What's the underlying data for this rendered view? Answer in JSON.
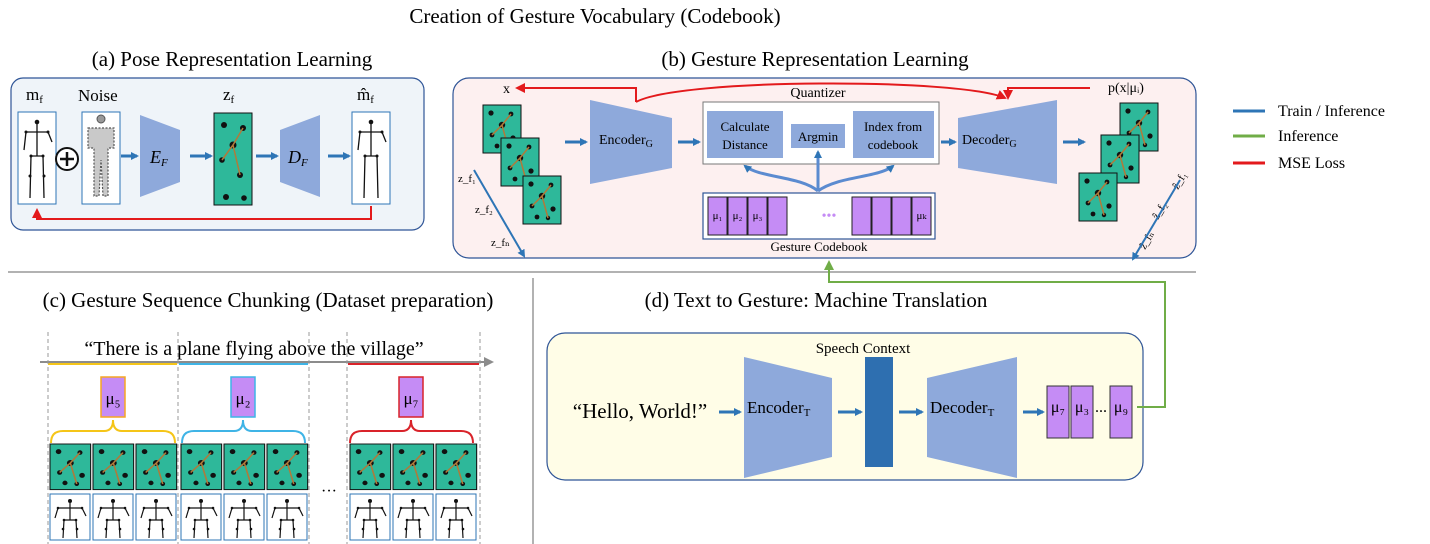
{
  "title": "Creation of Gesture Vocabulary (Codebook)",
  "sections": {
    "a": "(a) Pose Representation Learning",
    "b": "(b) Gesture Representation Learning",
    "c": "(c) Gesture Sequence Chunking (Dataset preparation)",
    "d": "(d) Text to Gesture: Machine Translation"
  },
  "panel_a": {
    "m_f": "m",
    "m_f_sub": "f",
    "noise": "Noise",
    "z_f": "z",
    "z_f_sub": "f",
    "m_hat_f": "m̂",
    "m_hat_f_sub": "f",
    "encoder": "E",
    "encoder_sub": "F",
    "decoder": "D",
    "decoder_sub": "F"
  },
  "panel_b": {
    "x": "x",
    "p": "p(x|μᵢ)",
    "quantizer": "Quantizer",
    "encoder": "Encoder",
    "encoder_sub": "G",
    "decoder": "Decoder",
    "decoder_sub": "G",
    "calc_line1": "Calculate",
    "calc_line2": "Distance",
    "argmin": "Argmin",
    "index_line1": "Index from",
    "index_line2": "codebook",
    "codebook_label": "Gesture Codebook",
    "codebook_entries": [
      "μ₁",
      "μ₂",
      "μ₃",
      "",
      "",
      "",
      "",
      "μₖ"
    ],
    "ellipsis": "•••",
    "z_in": [
      "z_f₁",
      "z_f₂",
      "z_fₙ"
    ],
    "z_out": [
      "ẑ_f₁",
      "ẑ_f₂",
      "ẑ_fₙ"
    ]
  },
  "legend": [
    {
      "label": "Train / Inference",
      "color": "#2E75B6"
    },
    {
      "label": "Inference",
      "color": "#70AD47"
    },
    {
      "label": "MSE Loss",
      "color": "#E31A1C"
    }
  ],
  "panel_c": {
    "sentence": "“There is a plane flying above the village”",
    "tokens": [
      "μ₅",
      "μ₂",
      "μ₇"
    ],
    "ellipsis": "···"
  },
  "panel_d": {
    "speech_context": "Speech Context",
    "input": "“Hello, World!”",
    "encoder": "Encoder",
    "encoder_sub": "T",
    "decoder": "Decoder",
    "decoder_sub": "T",
    "outputs": [
      "μ₇",
      "μ₃",
      "μ₉"
    ],
    "ellipsis": "..."
  },
  "colors": {
    "blue_arrow": "#2E75B6",
    "green_arrow": "#70AD47",
    "red_arrow": "#E31A1C",
    "trapezoid": "#8EA9DB",
    "teal": "#2EB89A",
    "purple": "#C58CF5",
    "yellow": "#F5C518",
    "cyan": "#3FB4E6",
    "red": "#D9232A",
    "dark_blue_bar": "#2E6FB0"
  }
}
